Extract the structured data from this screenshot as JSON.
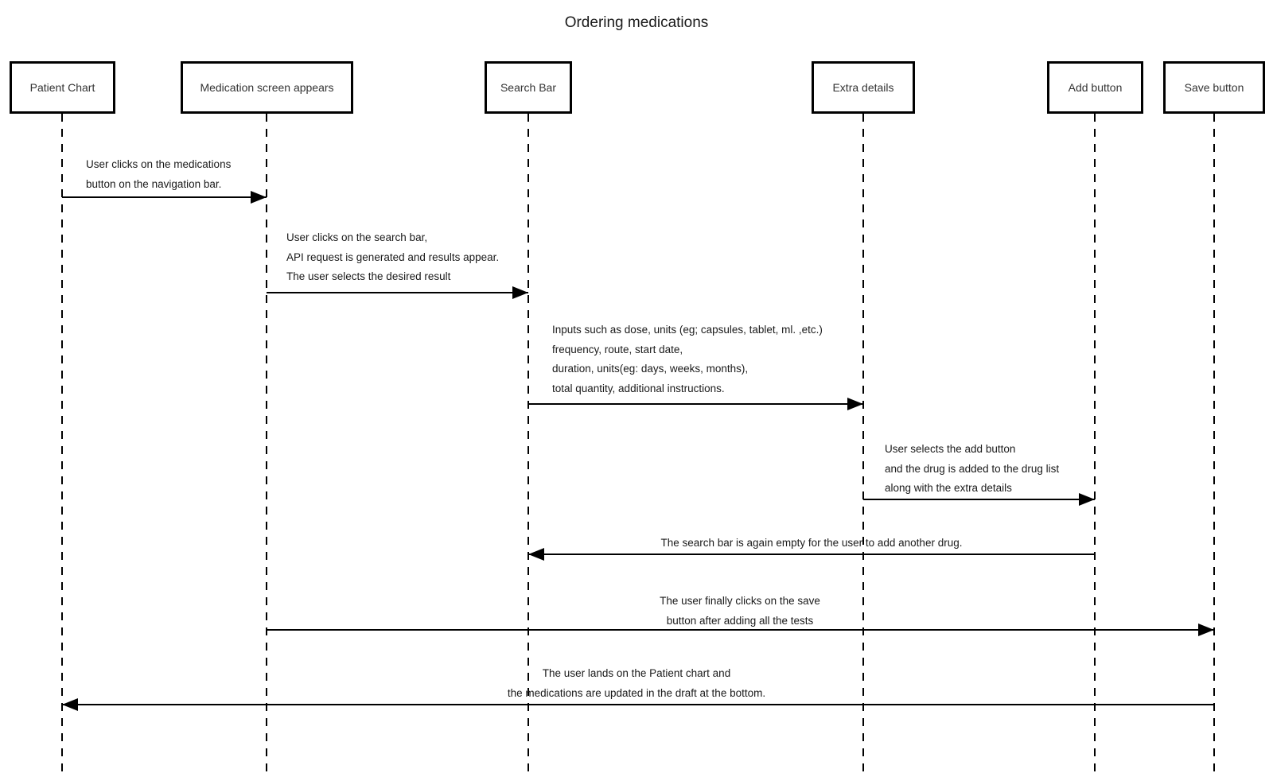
{
  "title": "Ordering medications",
  "diagram_type": "sequence-diagram",
  "colors": {
    "line": "#000000",
    "text": "#1a1a1a",
    "box_border": "#000000",
    "box_fill": "#ffffff",
    "background": "#ffffff"
  },
  "actors": [
    {
      "label": "Patient Chart"
    },
    {
      "label": "Medication screen appears"
    },
    {
      "label": "Search Bar"
    },
    {
      "label": "Extra details"
    },
    {
      "label": "Add button"
    },
    {
      "label": "Save button"
    }
  ],
  "messages": [
    {
      "from": "Patient Chart",
      "to": "Medication screen appears",
      "direction": "right",
      "lines": [
        "User clicks on the medications",
        "button on the navigation bar."
      ]
    },
    {
      "from": "Medication screen appears",
      "to": "Search Bar",
      "direction": "right",
      "lines": [
        "User clicks on the search bar,",
        "API request is generated and results appear.",
        "The user selects the desired result"
      ]
    },
    {
      "from": "Search Bar",
      "to": "Extra details",
      "direction": "right",
      "lines": [
        "Inputs such as dose, units (eg; capsules, tablet, ml. ,etc.)",
        "frequency, route, start date,",
        "duration, units(eg: days, weeks, months),",
        "total quantity, additional instructions."
      ]
    },
    {
      "from": "Extra details",
      "to": "Add button",
      "direction": "right",
      "lines": [
        "User selects the add button",
        "and the drug is added to the drug list",
        "along with the extra details"
      ]
    },
    {
      "from": "Add button",
      "to": "Search Bar",
      "direction": "left",
      "lines": [
        "The search bar is again empty for the user to add another drug."
      ]
    },
    {
      "from": "Medication screen appears",
      "to": "Save button",
      "direction": "right",
      "lines": [
        "The user finally clicks on the save",
        "button after adding all the tests"
      ]
    },
    {
      "from": "Save button",
      "to": "Patient Chart",
      "direction": "left",
      "lines": [
        "The user lands on the Patient chart and",
        "the medications are updated in the draft at the bottom."
      ]
    }
  ]
}
